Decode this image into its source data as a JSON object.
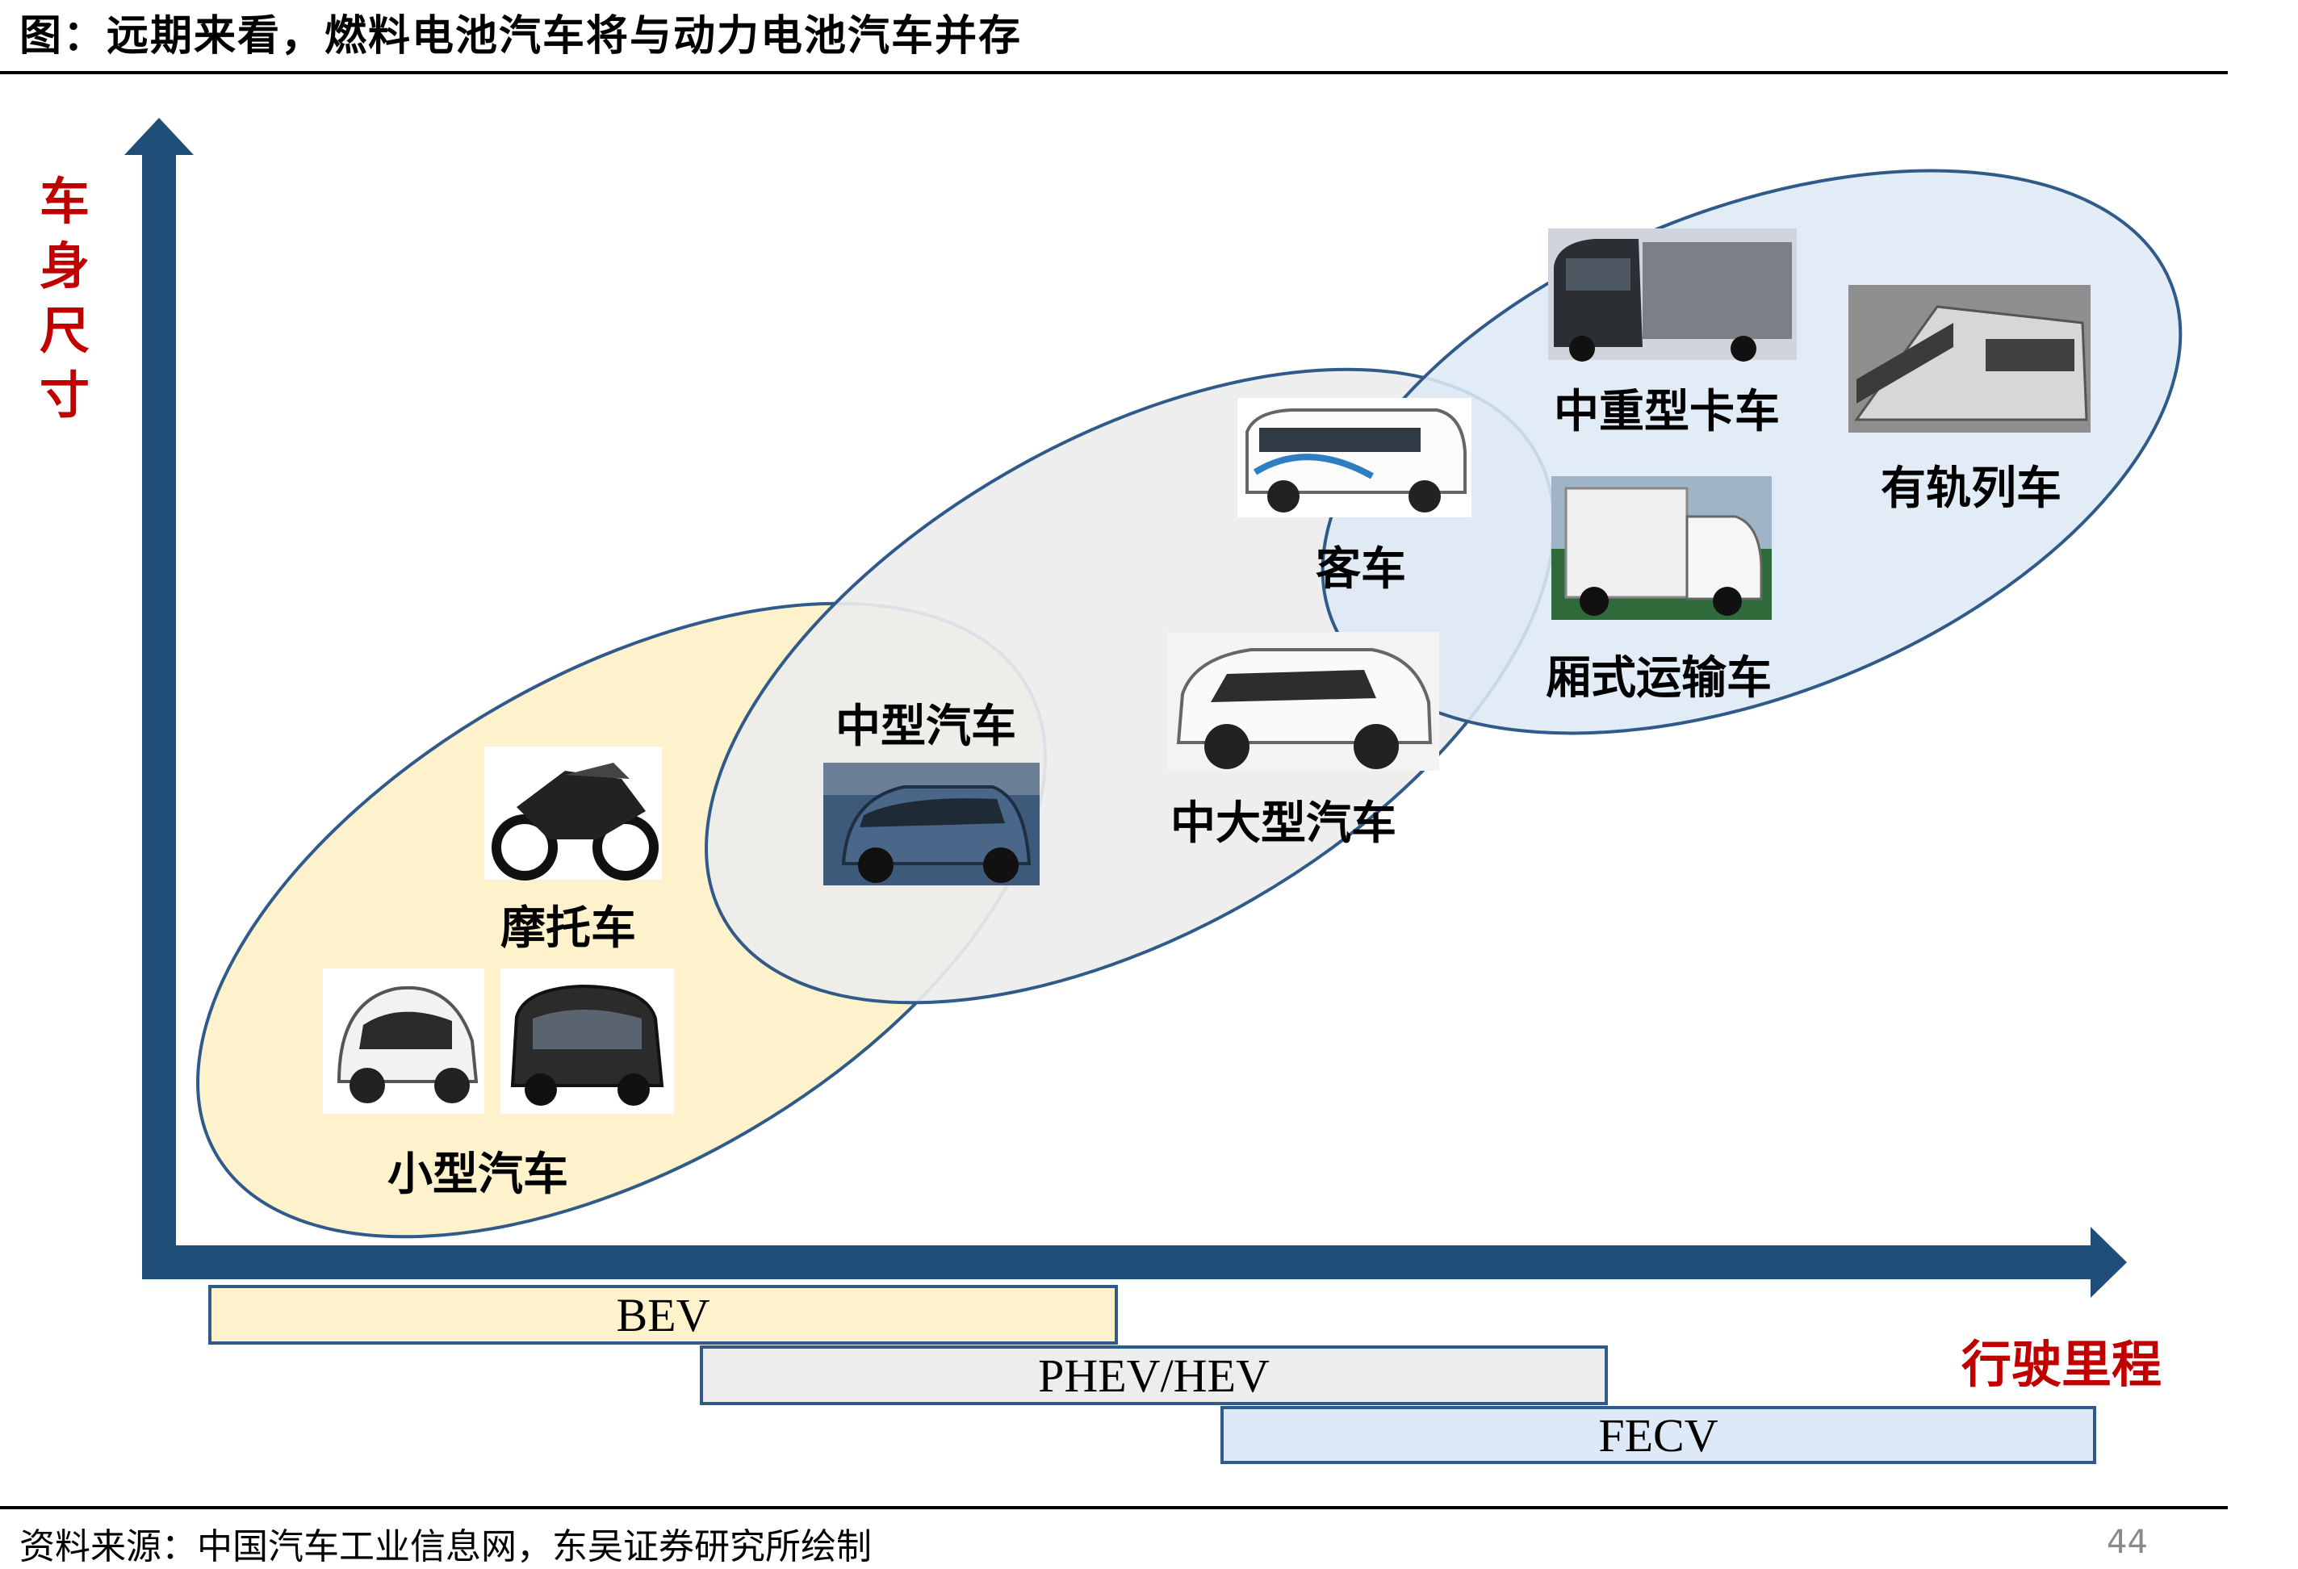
{
  "title": "图：远期来看，燃料电池汽车将与动力电池汽车并存",
  "y_axis_label": "车身尺寸",
  "x_axis_label": "行驶里程",
  "groups": {
    "small_car": "小型汽车",
    "motorcycle": "摩托车",
    "mid_car": "中型汽车",
    "large_car": "中大型汽车",
    "bus": "客车",
    "heavy_truck": "中重型卡车",
    "box_truck": "厢式运输车",
    "rail": "有轨列车"
  },
  "bars": {
    "bev": "BEV",
    "phev": "PHEV/HEV",
    "fecv": "FECV"
  },
  "source": "资料来源：中国汽车工业信息网，东吴证券研究所绘制",
  "page_number": "44",
  "colors": {
    "axis": "#1f4e79",
    "ellipse_stroke": "#2f5a8a",
    "bev_fill": "#fdf2cc",
    "phev_fill": "#ededed",
    "fecv_fill": "#dde9f6",
    "label_red": "#c00000"
  }
}
